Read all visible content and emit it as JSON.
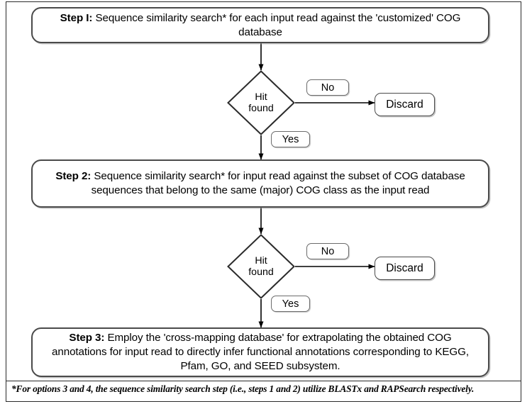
{
  "figure": {
    "type": "flowchart",
    "title_present": false,
    "border_color": "#2b2b2b",
    "background": "#ffffff"
  },
  "steps": [
    {
      "id": "step1",
      "label_bold": "Step I:",
      "text": " Sequence similarity search* for each input read against the 'customized' COG database",
      "full_text": "Step I: Sequence similarity search* for each input read against the 'customized' COG database"
    },
    {
      "id": "step2",
      "label_bold": "Step 2:",
      "text": " Sequence similarity search* for input read against the subset of COG database sequences that belong to the same (major) COG class as the input read",
      "full_text": "Step 2: Sequence similarity search* for input read against the subset of COG database sequences that belong to the same (major) COG class as the input read"
    },
    {
      "id": "step3",
      "label_bold": "Step 3:",
      "text": " Employ the 'cross-mapping database' for extrapolating the obtained COG annotations for input read to directly infer functional annotations corresponding to KEGG, Pfam, GO, and SEED subsystem.",
      "full_text": "Step 3: Employ the 'cross-mapping database' for extrapolating the obtained COG annotations for input read to directly infer functional annotations corresponding to KEGG, Pfam, GO, and SEED subsystem."
    }
  ],
  "decisions": [
    {
      "id": "decision1",
      "line1": "Hit",
      "line2": "found"
    },
    {
      "id": "decision2",
      "line1": "Hit",
      "line2": "found"
    }
  ],
  "terminals": [
    {
      "id": "discard1",
      "label": "Discard"
    },
    {
      "id": "discard2",
      "label": "Discard"
    }
  ],
  "edge_labels": {
    "no_1": "No",
    "yes_1": "Yes",
    "no_2": "No",
    "yes_2": "Yes"
  },
  "footnote": {
    "text": "*For options 3 and 4,  the sequence similarity search step (i.e., steps 1 and 2)  utilize BLASTx and RAPSearch respectively."
  }
}
